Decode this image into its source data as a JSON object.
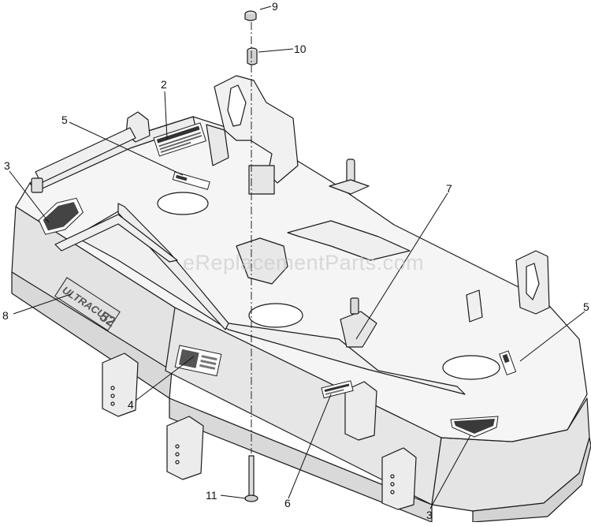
{
  "watermark": "eReplacementParts.com",
  "callouts": [
    {
      "id": "c9",
      "label": "9"
    },
    {
      "id": "c10",
      "label": "10"
    },
    {
      "id": "c2",
      "label": "2"
    },
    {
      "id": "c5a",
      "label": "5"
    },
    {
      "id": "c3a",
      "label": "3"
    },
    {
      "id": "c7",
      "label": "7"
    },
    {
      "id": "c8",
      "label": "8"
    },
    {
      "id": "c5b",
      "label": "5"
    },
    {
      "id": "c4",
      "label": "4"
    },
    {
      "id": "c6",
      "label": "6"
    },
    {
      "id": "c11",
      "label": "11"
    },
    {
      "id": "c3b",
      "label": "3"
    }
  ],
  "deck_brand": "ULTRACUT",
  "deck_size": "52",
  "colors": {
    "deck_top": "#f6f6f6",
    "deck_side": "#e9e9e9",
    "deck_front": "#dcdcdc",
    "decal_dark": "#333333"
  }
}
